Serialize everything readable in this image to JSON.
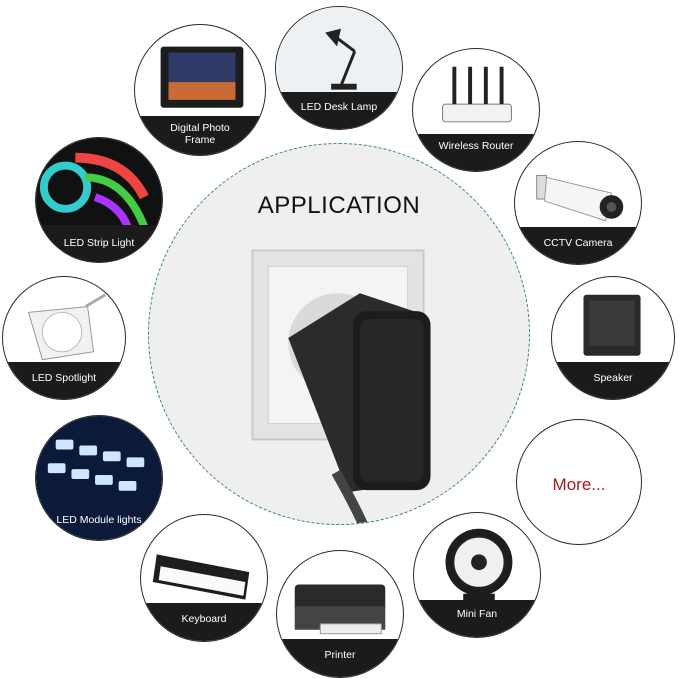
{
  "title": "APPLICATION",
  "items": [
    {
      "key": "desk-lamp",
      "label": "LED Desk Lamp"
    },
    {
      "key": "wireless-router",
      "label": "Wireless Router"
    },
    {
      "key": "cctv-camera",
      "label": "CCTV Camera"
    },
    {
      "key": "speaker",
      "label": "Speaker"
    },
    {
      "key": "more",
      "label": "More..."
    },
    {
      "key": "mini-fan",
      "label": "Mini Fan"
    },
    {
      "key": "printer",
      "label": "Printer"
    },
    {
      "key": "keyboard",
      "label": "Keyboard"
    },
    {
      "key": "led-module",
      "label": "LED Module lights"
    },
    {
      "key": "led-spotlight",
      "label": "LED Spotlight"
    },
    {
      "key": "led-strip",
      "label": "LED Strip Light"
    },
    {
      "key": "photo-frame",
      "label": "Digital Photo Frame"
    }
  ],
  "colors": {
    "ring_border": "#2a2a2a",
    "label_band": "#1b1b1b",
    "center_border": "#3a7f8c",
    "more_text": "#a11d1d"
  }
}
